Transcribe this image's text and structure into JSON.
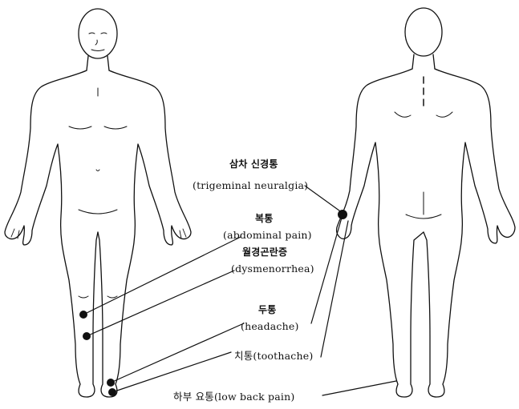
{
  "labels": {
    "trigeminal": {
      "ko": "삼차 신경통",
      "en": "(trigeminal neuralgia)"
    },
    "abdominal": {
      "ko": "복통",
      "en": "(abdominal pain)"
    },
    "dysmenorrhea": {
      "ko": "월경곤란증",
      "en": "(dysmenorrhea)"
    },
    "headache": {
      "ko": "두통",
      "en": "(headache)"
    },
    "toothache": {
      "text": "치통(toothache)"
    },
    "low_back": {
      "text": "하부 요통(low back pain)"
    }
  },
  "colors": {
    "ink": "#111111",
    "background": "#ffffff"
  }
}
